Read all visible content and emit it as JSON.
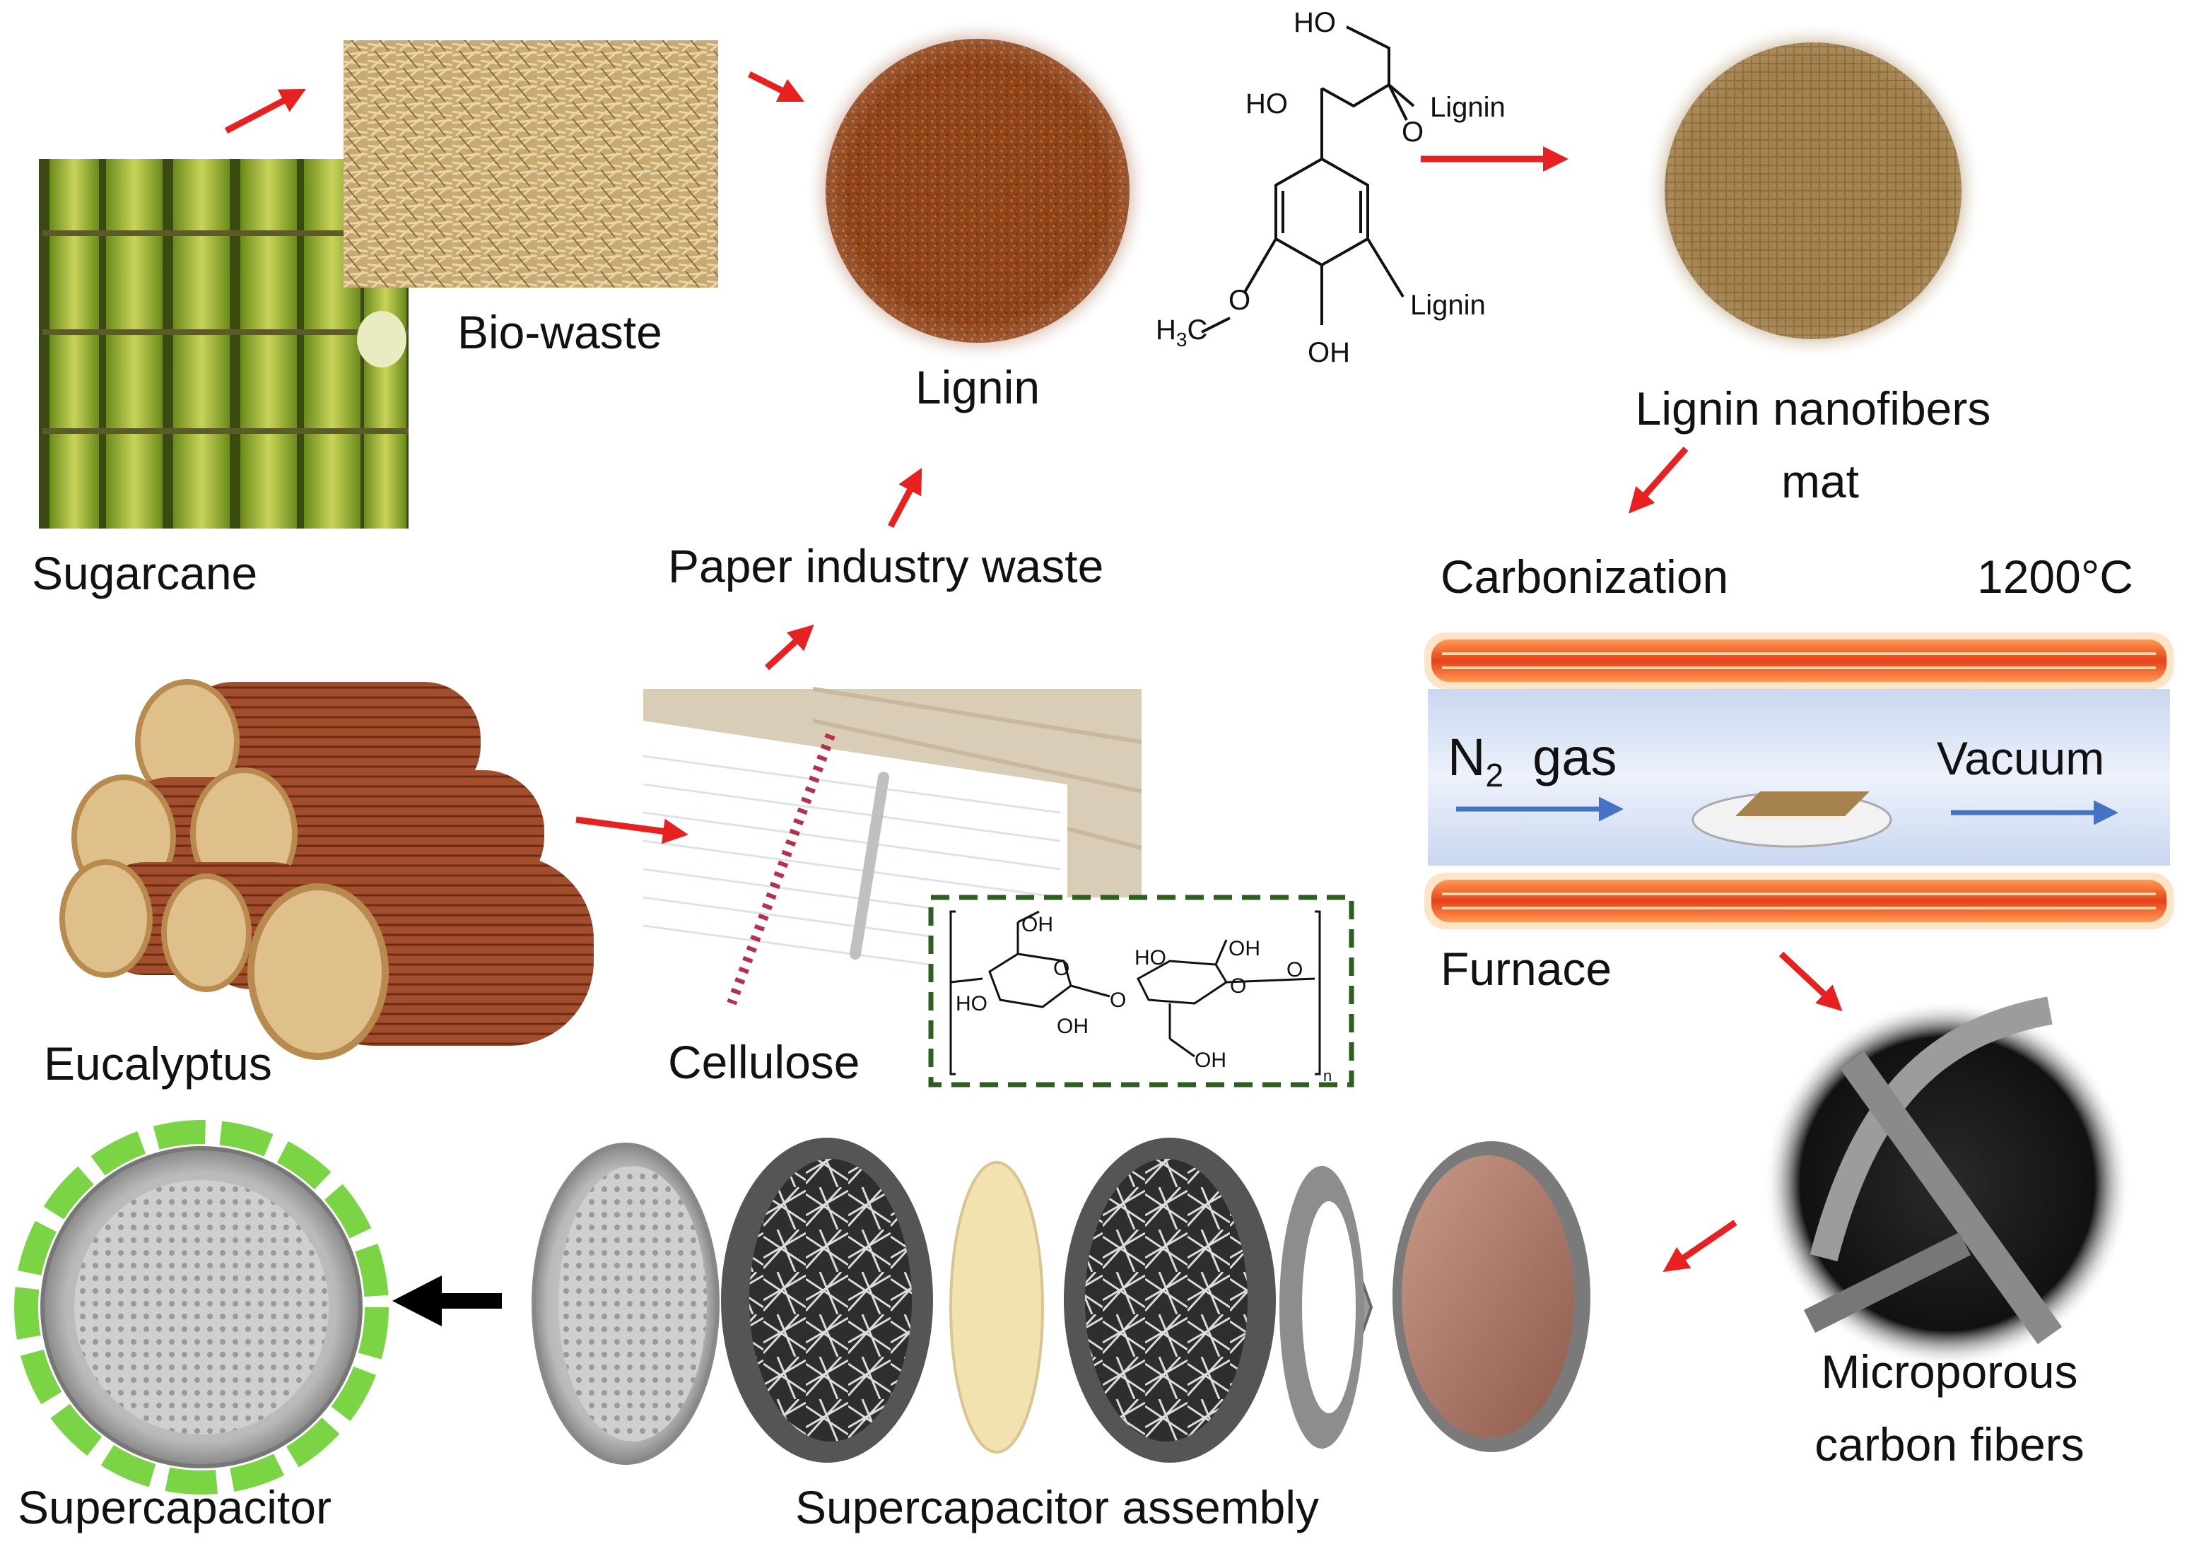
{
  "labels": {
    "sugarcane": "Sugarcane",
    "bio_waste": "Bio-waste",
    "lignin": "Lignin",
    "lignin_mat_line1": "Lignin nanofibers",
    "lignin_mat_line2": "mat",
    "paper_waste": "Paper industry waste",
    "eucalyptus": "Eucalyptus",
    "cellulose": "Cellulose",
    "carbonization": "Carbonization",
    "temperature": "1200°C",
    "n2": "N",
    "n2_sub": "2",
    "gas": "gas",
    "vacuum": "Vacuum",
    "furnace": "Furnace",
    "microporous_line1": "Microporous",
    "microporous_line2": "carbon fibers",
    "supercapacitor": "Supercapacitor",
    "assembly": "Supercapacitor assembly"
  },
  "chem_lignin": {
    "ho_top": "HO",
    "ho_left": "HO",
    "o_lignin": "O",
    "lignin_right": "Lignin",
    "lignin_ring": "Lignin",
    "h3c": "H",
    "h3c_sub": "3",
    "h3c_c": "C",
    "o_methoxy": "O",
    "oh": "OH"
  },
  "chem_cellulose": {
    "oh1": "OH",
    "ho1": "HO",
    "oh2": "OH",
    "ho2": "HO",
    "oh3": "OH",
    "oh4": "OH",
    "o1": "O",
    "o2": "O",
    "o3": "O",
    "o4": "O",
    "n": "n"
  },
  "colors": {
    "arrow_red": "#e8201f",
    "arrow_blue": "#4472c4",
    "arrow_black": "#000000",
    "furnace_orange": "#f26522",
    "furnace_glow": "#ffcc88",
    "tube_blue": "#dde6f6",
    "dashed_green": "#2e5e1e",
    "glow_green": "#6ccf2f"
  }
}
